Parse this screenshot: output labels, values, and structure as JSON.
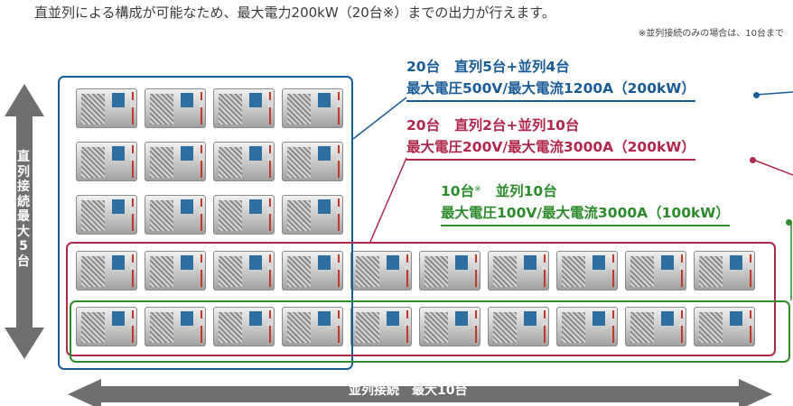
{
  "intro_text": "直並列による構成が可能なため、最大電力200kW（20台※）までの出力が行えます。",
  "note_text": "※並列接続のみの場合は、10台まで",
  "configs": [
    {
      "line1_count": "20台",
      "line1_detail": "直列5台+並列4台",
      "line2": "最大電圧500V/最大電流1200A（200kW）",
      "color": "#1b5b96"
    },
    {
      "line1_count": "20台",
      "line1_detail": "直列2台+並列10台",
      "line2": "最大電圧200V/最大電流3000A（200kW）",
      "color": "#b0284b"
    },
    {
      "line1_count": "10台",
      "line1_mark": "※",
      "line1_detail": "並列10台",
      "line2": "最大電圧100V/最大電流3000A（100kW）",
      "color": "#2d8a2d"
    }
  ],
  "vertical_arrow_label": "直列接続　最大5台",
  "horizontal_arrow_label": "並列接続　最大10台",
  "arrow_color": "#6f6f6f",
  "unit_grid": {
    "rows_full": 2,
    "rows_partial": 3,
    "cols_full": 10,
    "cols_partial": 4
  },
  "icons": {
    "unit": "power-supply-unit-icon"
  }
}
